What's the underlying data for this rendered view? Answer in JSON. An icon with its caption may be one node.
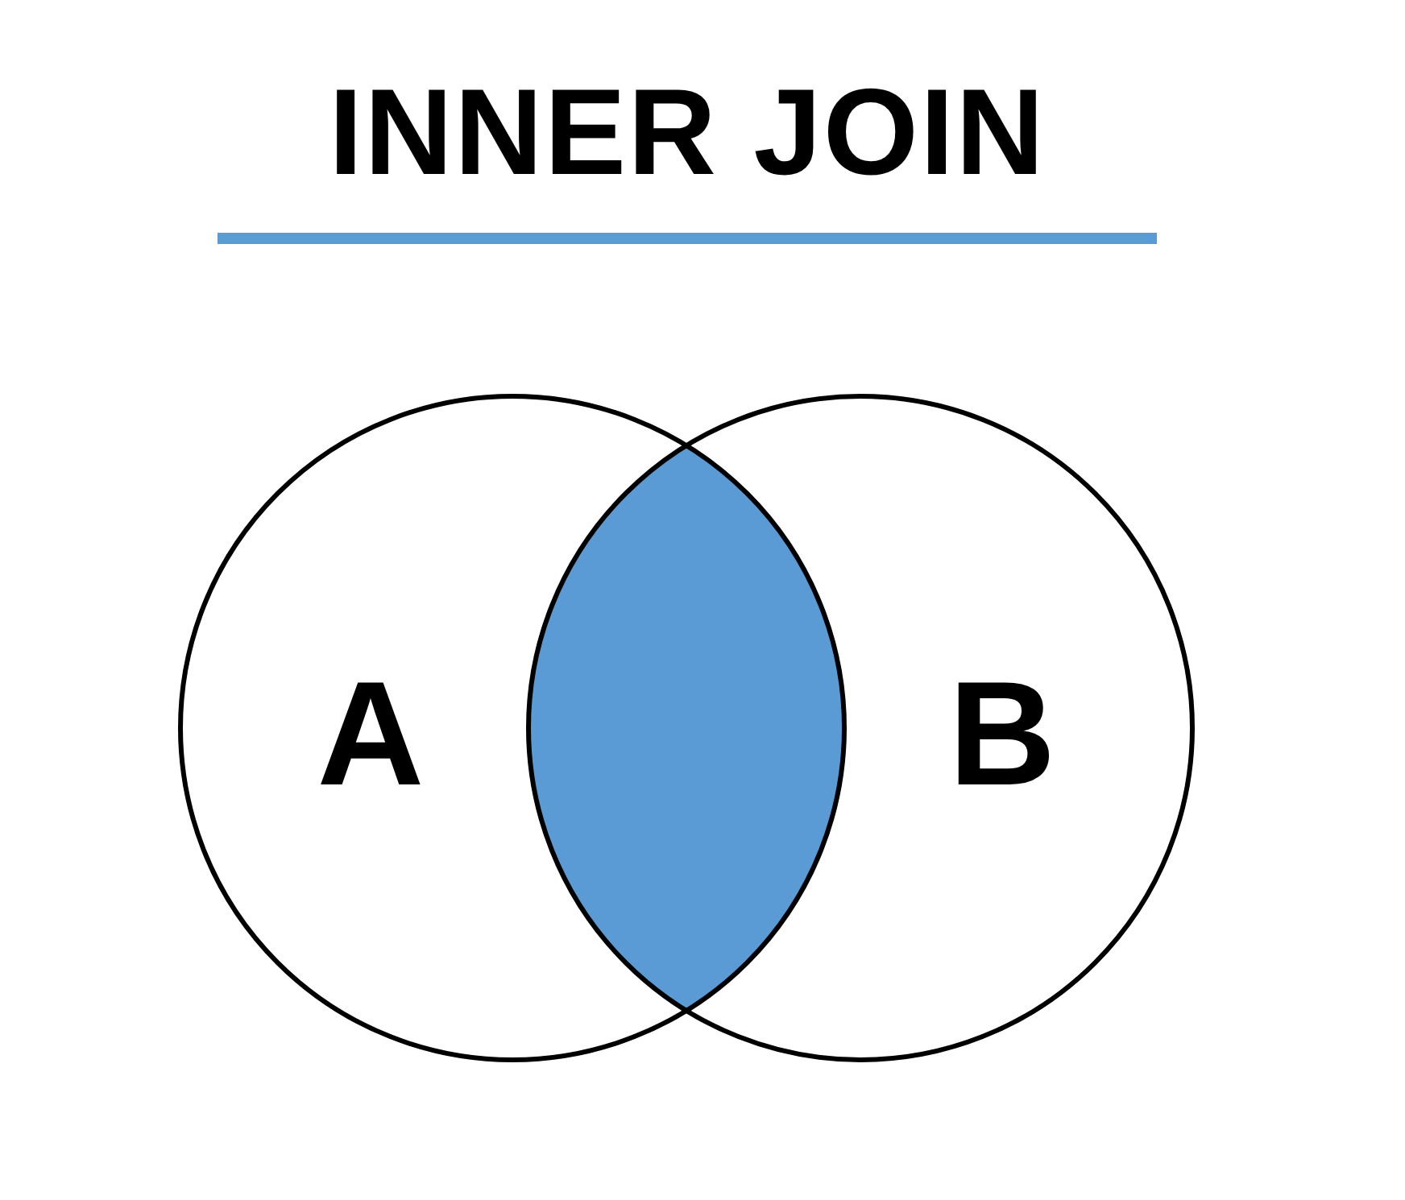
{
  "diagram": {
    "title": "INNER JOIN",
    "nodes": [
      {
        "text": [
          "A"
        ]
      },
      {
        "text": [
          "B"
        ]
      }
    ]
  }
}
